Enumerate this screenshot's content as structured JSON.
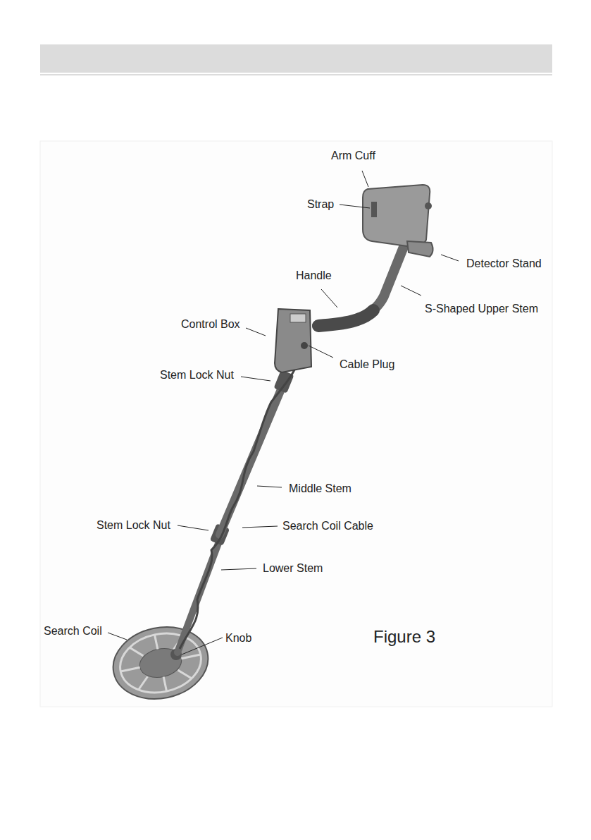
{
  "diagram": {
    "caption": "Figure 3",
    "labels": [
      "Arm Cuff",
      "Strap",
      "Detector Stand",
      "Handle",
      "S-Shaped Upper Stem",
      "Control Box",
      "Cable Plug",
      "Stem Lock Nut",
      "Middle Stem",
      "Stem Lock Nut",
      "Search Coil Cable",
      "Lower Stem",
      "Search Coil",
      "Knob"
    ]
  }
}
